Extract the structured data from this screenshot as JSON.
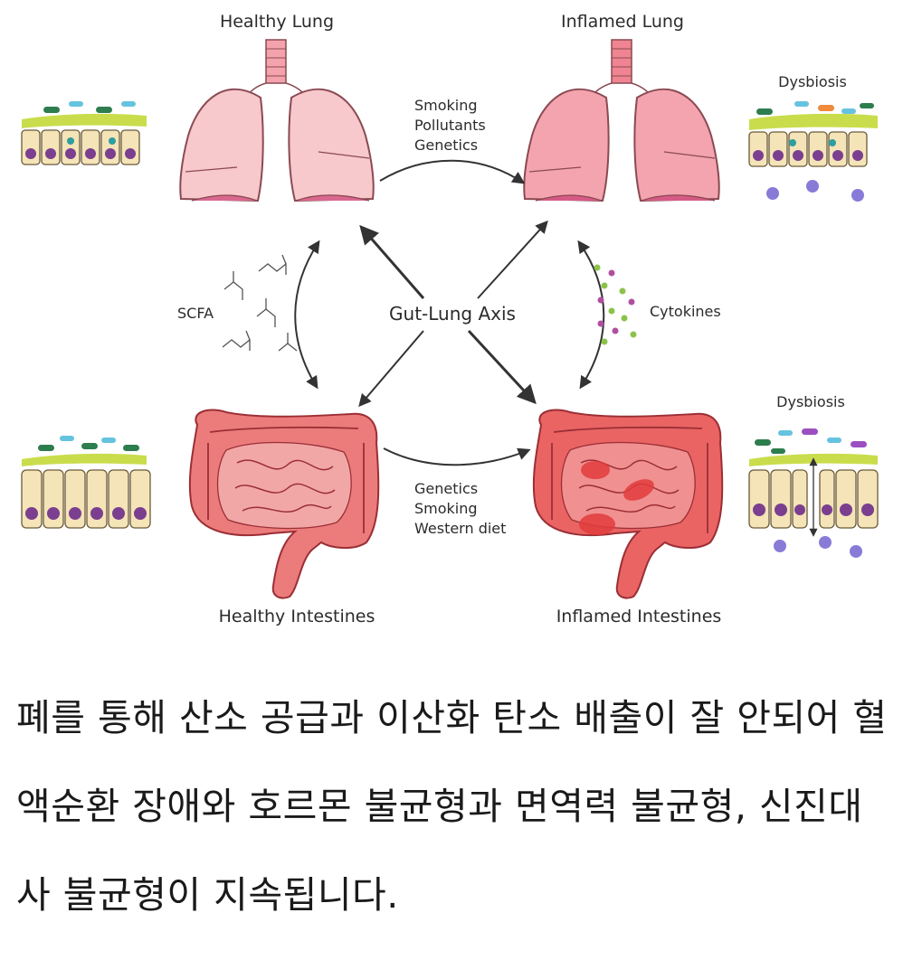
{
  "diagram": {
    "nodes": {
      "healthy_lung": "Healthy Lung",
      "inflamed_lung": "Inflamed Lung",
      "healthy_intestines": "Healthy Intestines",
      "inflamed_intestines": "Inflamed Intestines",
      "center": "Gut-Lung Axis"
    },
    "edges": {
      "lung_transition": [
        "Smoking",
        "Pollutants",
        "Genetics"
      ],
      "intestine_transition": [
        "Genetics",
        "Smoking",
        "Western diet"
      ],
      "left_mediator": "SCFA",
      "right_mediator": "Cytokines"
    },
    "tissue_labels": {
      "lung_dysbiosis": "Dysbiosis",
      "intestine_dysbiosis": "Dysbiosis"
    }
  },
  "caption": "폐를 통해 산소 공급과 이산화 탄소 배출이 잘 안되어 혈액순환 장애와 호르몬 불균형과 면역력 불균형, 신진대사 불균형이 지속됩니다."
}
